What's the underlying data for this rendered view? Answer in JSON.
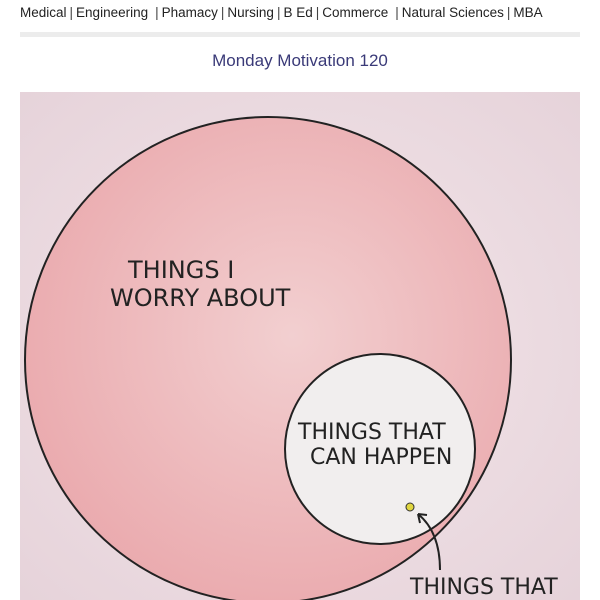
{
  "nav": {
    "items": [
      "Medical",
      "Engineering",
      "Phamacy",
      "Nursing",
      "B Ed",
      "Commerce",
      "Natural Sciences",
      "MBA"
    ]
  },
  "page_title": "Monday Motivation 120",
  "image": {
    "big_circle_label": [
      "THINGS I",
      "WORRY ABOUT"
    ],
    "small_circle_label": [
      "THINGS THAT",
      "CAN HAPPEN"
    ],
    "pointer_label": "THINGS THAT"
  }
}
